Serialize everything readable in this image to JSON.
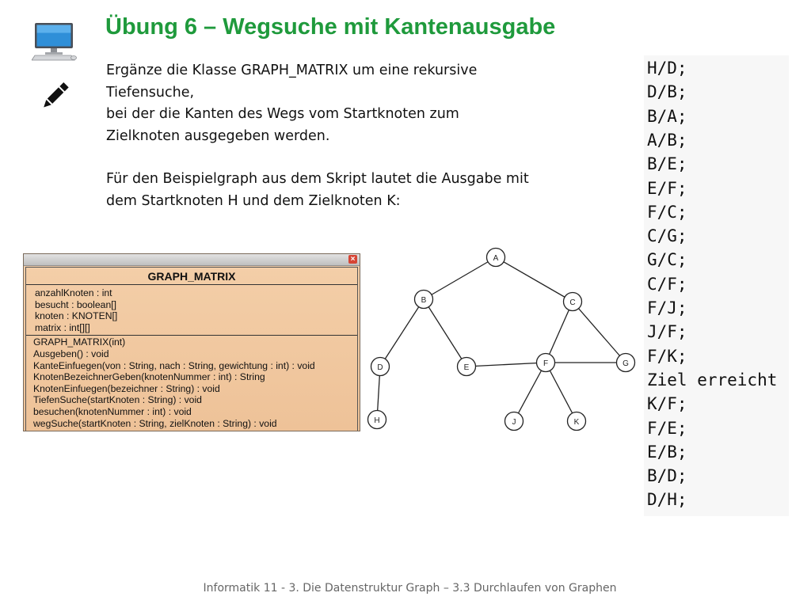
{
  "slide": {
    "title": "Übung 6 – Wegsuche mit Kantenausgabe",
    "description": {
      "line1": "Ergänze die Klasse GRAPH_MATRIX um eine rekursive",
      "line2": "Tiefensuche,",
      "line3": "bei der die Kanten des Wegs vom Startknoten zum",
      "line4": "Zielknoten ausgegeben werden.",
      "line5": "Für den Beispielgraph aus dem Skript lautet die Ausgabe mit",
      "line6": "dem Startknoten H und dem Zielknoten K:"
    },
    "footer": "Informatik 11 - 3. Die Datenstruktur Graph – 3.3 Durchlaufen von Graphen"
  },
  "icons": {
    "computer": "computer-icon",
    "pencil": "pencil-icon",
    "close": "close-icon"
  },
  "uml": {
    "class_name": "GRAPH_MATRIX",
    "attributes": [
      "anzahlKnoten : int",
      "besucht : boolean[]",
      "knoten : KNOTEN[]",
      "matrix : int[][]"
    ],
    "methods": [
      "GRAPH_MATRIX(int)",
      "Ausgeben() : void",
      "KanteEinfuegen(von : String, nach : String, gewichtung : int) : void",
      "KnotenBezeichnerGeben(knotenNummer : int) : String",
      "KnotenEinfuegen(bezeichner : String) : void",
      "TiefenSuche(startKnoten : String) : void",
      "besuchen(knotenNummer : int) : void",
      "wegSuche(startKnoten : String, zielKnoten : String) : void"
    ]
  },
  "graph": {
    "nodes": [
      {
        "id": "A",
        "label": "A"
      },
      {
        "id": "B",
        "label": "B"
      },
      {
        "id": "C",
        "label": "C"
      },
      {
        "id": "D",
        "label": "D"
      },
      {
        "id": "E",
        "label": "E"
      },
      {
        "id": "F",
        "label": "F"
      },
      {
        "id": "G",
        "label": "G"
      },
      {
        "id": "H",
        "label": "H"
      },
      {
        "id": "J",
        "label": "J"
      },
      {
        "id": "K",
        "label": "K"
      }
    ],
    "edges": [
      [
        "A",
        "B"
      ],
      [
        "A",
        "C"
      ],
      [
        "B",
        "D"
      ],
      [
        "B",
        "E"
      ],
      [
        "D",
        "H"
      ],
      [
        "E",
        "F"
      ],
      [
        "C",
        "F"
      ],
      [
        "C",
        "G"
      ],
      [
        "F",
        "G"
      ],
      [
        "F",
        "J"
      ],
      [
        "F",
        "K"
      ]
    ]
  },
  "output": {
    "lines": [
      "H/D;",
      "D/B;",
      "B/A;",
      "A/B;",
      "B/E;",
      "E/F;",
      "F/C;",
      "C/G;",
      "G/C;",
      "C/F;",
      "F/J;",
      "J/F;",
      "F/K;",
      "Ziel erreicht",
      "K/F;",
      "F/E;",
      "E/B;",
      "B/D;",
      "D/H;"
    ]
  },
  "colors": {
    "title": "#1f9a3c",
    "uml_background": "#f2c9a0",
    "output_background": "#f7f7f7"
  }
}
